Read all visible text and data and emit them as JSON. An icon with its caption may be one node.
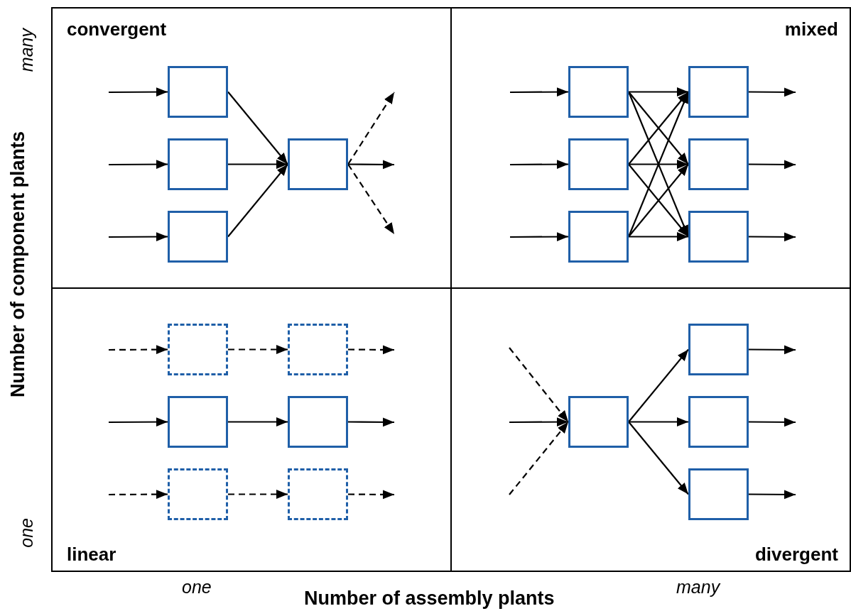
{
  "diagram": {
    "nodes": [
      {
        "text": [
          "convergent"
        ]
      },
      {
        "text": [],
        "shape": "box",
        "in": 0
      },
      {
        "text": [],
        "shape": "box",
        "in": 0
      },
      {
        "text": [],
        "shape": "box",
        "in": 0
      },
      {
        "text": [],
        "shape": "box",
        "in": 0
      },
      {
        "text": [
          "mixed"
        ]
      },
      {
        "text": [],
        "shape": "box",
        "in": 5
      },
      {
        "text": [],
        "shape": "box",
        "in": 5
      },
      {
        "text": [],
        "shape": "box",
        "in": 5
      },
      {
        "text": [],
        "shape": "box",
        "in": 5
      },
      {
        "text": [],
        "shape": "box",
        "in": 5
      },
      {
        "text": [],
        "shape": "box",
        "in": 5
      },
      {
        "text": [
          "linear"
        ]
      },
      {
        "text": [],
        "shape": "box",
        "in": 12
      },
      {
        "text": [],
        "shape": "box",
        "in": 12
      },
      {
        "text": [],
        "shape": "box",
        "in": 12
      },
      {
        "text": [],
        "shape": "box",
        "in": 12
      },
      {
        "text": [],
        "shape": "box",
        "in": 12
      },
      {
        "text": [],
        "shape": "box",
        "in": 12
      },
      {
        "text": [
          "divergent"
        ]
      },
      {
        "text": [],
        "shape": "box",
        "in": 19
      },
      {
        "text": [],
        "shape": "box",
        "in": 19
      },
      {
        "text": [],
        "shape": "box",
        "in": 19
      },
      {
        "text": [],
        "shape": "box",
        "in": 19
      }
    ],
    "edges": [
      {
        "from": null,
        "to": 1,
        "arrow": "to"
      },
      {
        "from": null,
        "to": 2,
        "arrow": "to"
      },
      {
        "from": null,
        "to": 3,
        "arrow": "to"
      },
      {
        "from": 1,
        "to": 4,
        "arrow": "to"
      },
      {
        "from": 2,
        "to": 4,
        "arrow": "to"
      },
      {
        "from": 3,
        "to": 4,
        "arrow": "to"
      },
      {
        "from": 4,
        "to": null,
        "arrow": "to",
        "style": "dashed"
      },
      {
        "from": 4,
        "to": null,
        "arrow": "to"
      },
      {
        "from": 4,
        "to": null,
        "arrow": "to",
        "style": "dashed"
      },
      {
        "from": null,
        "to": 6,
        "arrow": "to"
      },
      {
        "from": null,
        "to": 7,
        "arrow": "to"
      },
      {
        "from": null,
        "to": 8,
        "arrow": "to"
      },
      {
        "from": 6,
        "to": 9,
        "arrow": "to"
      },
      {
        "from": 6,
        "to": 10,
        "arrow": "to"
      },
      {
        "from": 6,
        "to": 11,
        "arrow": "to"
      },
      {
        "from": 7,
        "to": 9,
        "arrow": "to"
      },
      {
        "from": 7,
        "to": 10,
        "arrow": "to"
      },
      {
        "from": 7,
        "to": 11,
        "arrow": "to"
      },
      {
        "from": 8,
        "to": 9,
        "arrow": "to"
      },
      {
        "from": 8,
        "to": 10,
        "arrow": "to"
      },
      {
        "from": 8,
        "to": 11,
        "arrow": "to"
      },
      {
        "from": 9,
        "to": null,
        "arrow": "to"
      },
      {
        "from": 10,
        "to": null,
        "arrow": "to"
      },
      {
        "from": 11,
        "to": null,
        "arrow": "to"
      },
      {
        "from": null,
        "to": 13,
        "arrow": "to",
        "style": "dashed"
      },
      {
        "from": 13,
        "to": 14,
        "arrow": "to",
        "style": "dashed"
      },
      {
        "from": 14,
        "to": null,
        "arrow": "to",
        "style": "dashed"
      },
      {
        "from": null,
        "to": 15,
        "arrow": "to"
      },
      {
        "from": 15,
        "to": 16,
        "arrow": "to"
      },
      {
        "from": 16,
        "to": null,
        "arrow": "to"
      },
      {
        "from": null,
        "to": 17,
        "arrow": "to",
        "style": "dashed"
      },
      {
        "from": 17,
        "to": 18,
        "arrow": "to",
        "style": "dashed"
      },
      {
        "from": 18,
        "to": null,
        "arrow": "to",
        "style": "dashed"
      },
      {
        "from": null,
        "to": 20,
        "arrow": "to",
        "style": "dashed"
      },
      {
        "from": null,
        "to": 20,
        "arrow": "to"
      },
      {
        "from": null,
        "to": 20,
        "arrow": "to",
        "style": "dashed"
      },
      {
        "from": 20,
        "to": 21,
        "arrow": "to"
      },
      {
        "from": 20,
        "to": 22,
        "arrow": "to"
      },
      {
        "from": 20,
        "to": 23,
        "arrow": "to"
      },
      {
        "from": 21,
        "to": null,
        "arrow": "to"
      },
      {
        "from": 22,
        "to": null,
        "arrow": "to"
      },
      {
        "from": 23,
        "to": null,
        "arrow": "to"
      }
    ],
    "labels": [
      "many",
      "Number of component plants",
      "one",
      "one",
      "many",
      "Number of assembly plants"
    ]
  }
}
